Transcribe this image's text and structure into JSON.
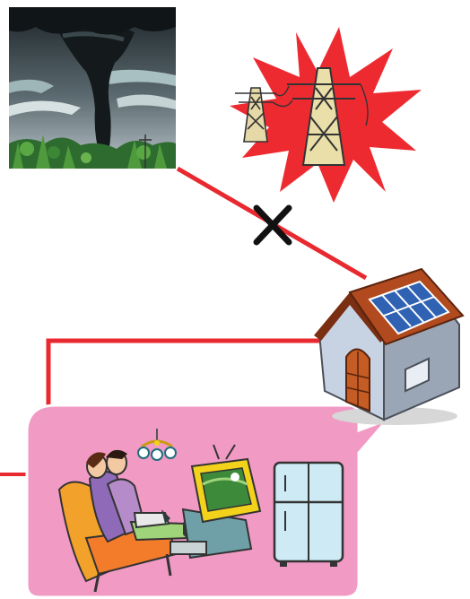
{
  "diagram": {
    "colors": {
      "line_red": "#e8292f",
      "burst_red": "#ee2a31",
      "bubble_pink": "#f19ac4",
      "bubble_stroke": "#ffffff",
      "sky_dark": "#2f3a3c",
      "grass_green": "#3c8a3a",
      "roof_brown": "#b14b1f",
      "solar_blue": "#2f62b3",
      "wall_gray": "#b9c4d4",
      "door_wood": "#c45c24",
      "fridge_blue": "#cdeaf5",
      "tv_yellow": "#f2d21a",
      "sofa_orange": "#f2a12a",
      "cross_black": "#111111"
    },
    "nodes": [
      {
        "id": "tornado",
        "icon": "tornado-storm-icon"
      },
      {
        "id": "power",
        "icon": "broken-power-line-icon"
      },
      {
        "id": "house",
        "icon": "solar-house-icon"
      },
      {
        "id": "home-life",
        "icon": "family-appliances-icon"
      }
    ],
    "connections": [
      {
        "from": "tornado",
        "to": "house",
        "status": "blocked",
        "marker": "cross-icon"
      },
      {
        "from": "house",
        "to": "home-life",
        "status": "supply",
        "marker": "arrow-icon"
      }
    ]
  }
}
